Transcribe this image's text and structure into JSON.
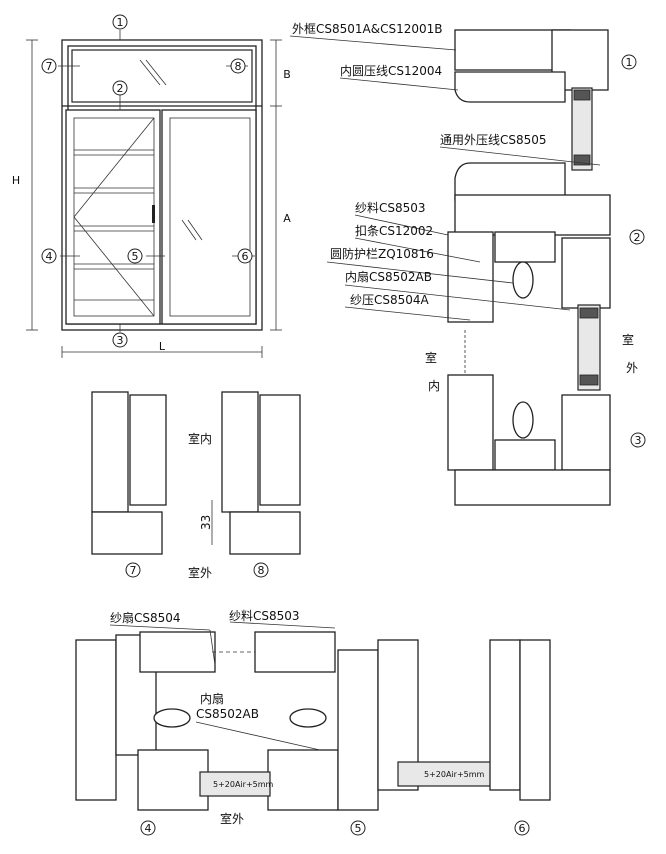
{
  "elevation": {
    "markers": [
      "1",
      "2",
      "3",
      "4",
      "5",
      "6",
      "7",
      "8"
    ],
    "dimensions": {
      "height": "H",
      "transom": "B",
      "sash": "A",
      "width": "L"
    }
  },
  "vertical_section": {
    "labels": {
      "outer_frame": "外框CS8501A&CS12001B",
      "inner_bead": "内圆压线CS12004",
      "outer_bead": "通用外压线CS8505",
      "screen_profile": "纱料CS8503",
      "clip_strip": "扣条CS12002",
      "guard_rail": "圆防护栏ZQ10816",
      "inner_sash": "内扇CS8502AB",
      "screen_bead": "纱压CS8504A"
    },
    "markers": [
      "1",
      "2",
      "3"
    ],
    "outdoor": [
      "室",
      "外"
    ],
    "indoor": [
      "室",
      "内"
    ]
  },
  "small_sections": {
    "indoor": "室内",
    "outdoor": "室外",
    "dimension": "33",
    "markers": [
      "7",
      "8"
    ]
  },
  "horizontal_section": {
    "labels": {
      "screen_sash": "纱扇CS8504",
      "screen_profile": "纱料CS8503",
      "inner_sash_line1": "内扇",
      "inner_sash_line2": "CS8502AB"
    },
    "glass": "5+20Air+5mm",
    "outdoor": "室外",
    "markers": [
      "4",
      "5",
      "6"
    ]
  }
}
